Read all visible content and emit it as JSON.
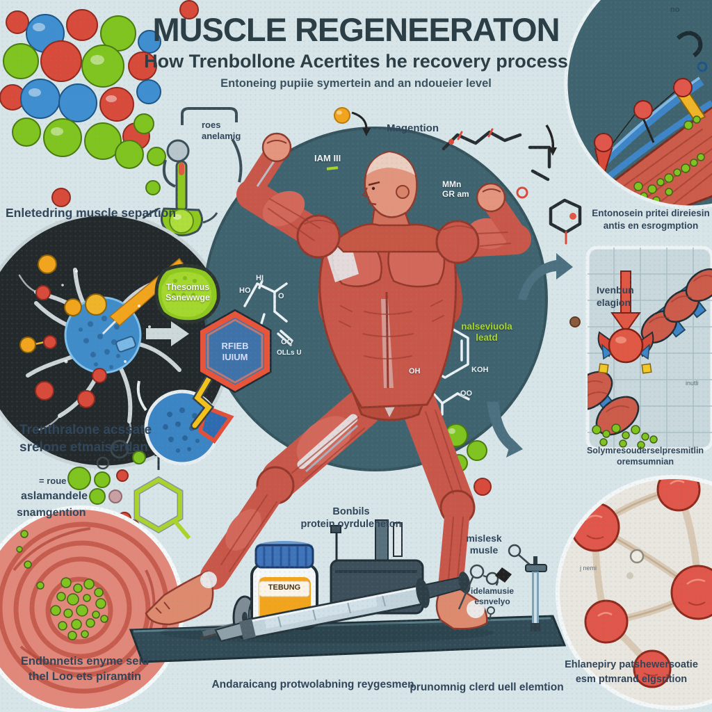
{
  "header": {
    "title": "MUSCLE REGENEERATON",
    "subtitle": "How Trenbollone Acertites he recovery process",
    "tagline": "Entoneing pupiie symertein and an ndoueier level",
    "corner_note": "no"
  },
  "captions": {
    "top_left": "Enletedring muscle separtion",
    "thermo_note_1": "roes",
    "thermo_note_2": "anelamig",
    "magention": "Magention",
    "iam_badge": "IAM III",
    "mn_badge_1": "MMn",
    "mn_badge_2": "GR am",
    "green_sticker_1": "Thesomus",
    "green_sticker_2": "Ssnewwge",
    "hex_badge_1": "RFIEB",
    "hex_badge_2": "IUIUM",
    "left_mid_1": "Trenthralone acssate",
    "left_mid_2": "srelone etmaiserdan",
    "left_mid_3": "= roue",
    "left_mid_4": "aslamandele",
    "left_mid_5": "snamgention",
    "materaltin_1": "nalseviuola",
    "materaltin_2": "leatd",
    "bonbils_1": "Bonbils",
    "bonbils_2": "protein oyrduleneton",
    "mislesk_1": "mislesk",
    "mislesk_2": "musle",
    "idelamusie_1": "idelamusie",
    "idelamusie_2": "esnvelyo",
    "bottle_label": "TEBUNG",
    "bottom_left_1": "Endbnnetis enyme seid",
    "bottom_left_2": "thel Loo ets piramtin",
    "bottom_center": "Andaraicang protwolabning reygesmen",
    "bottom_right": "prunomnig clerd uell elemtion",
    "bottom_far_right_1": "Ehlanepiry patshewersoatie",
    "bottom_far_right_2": "esm ptmrand elgsrition",
    "right_top_1": "Entonosein pritei direiesin",
    "right_top_2": "antis en esrogmption",
    "right_mid_1": "Ivenbun",
    "right_mid_2": "elagion",
    "right_mid_note": "inutli",
    "right_lower_1": "Solymresouderselpresmitlin",
    "right_lower_2": "oremsumnian",
    "right_lower_note": "j nemi"
  },
  "chem": {
    "c1_l1": "HI",
    "c1_l2": "HO",
    "c1_l3": "O",
    "c1_l4": "OO",
    "c1_l5": "OLLs U",
    "c2_l1": "OH",
    "c2_l2": "KOH",
    "c2_l3": "OO"
  },
  "colors": {
    "background": "#d8e5e8",
    "title": "#2c3e46",
    "label_text": "#31465a",
    "teal_circle": "#40646f",
    "dark_inset": "#24292c",
    "muscle_red": "#c8574a",
    "muscle_light": "#d3685a",
    "skin": "#e5947e",
    "sphere_red": "#d84a3a",
    "sphere_blue": "#3e8ed0",
    "sphere_green": "#7fc41f",
    "lime": "#a9d42b",
    "orange": "#f2a51c",
    "mat": "#324c57",
    "grid_bg": "#c9d8dc"
  }
}
